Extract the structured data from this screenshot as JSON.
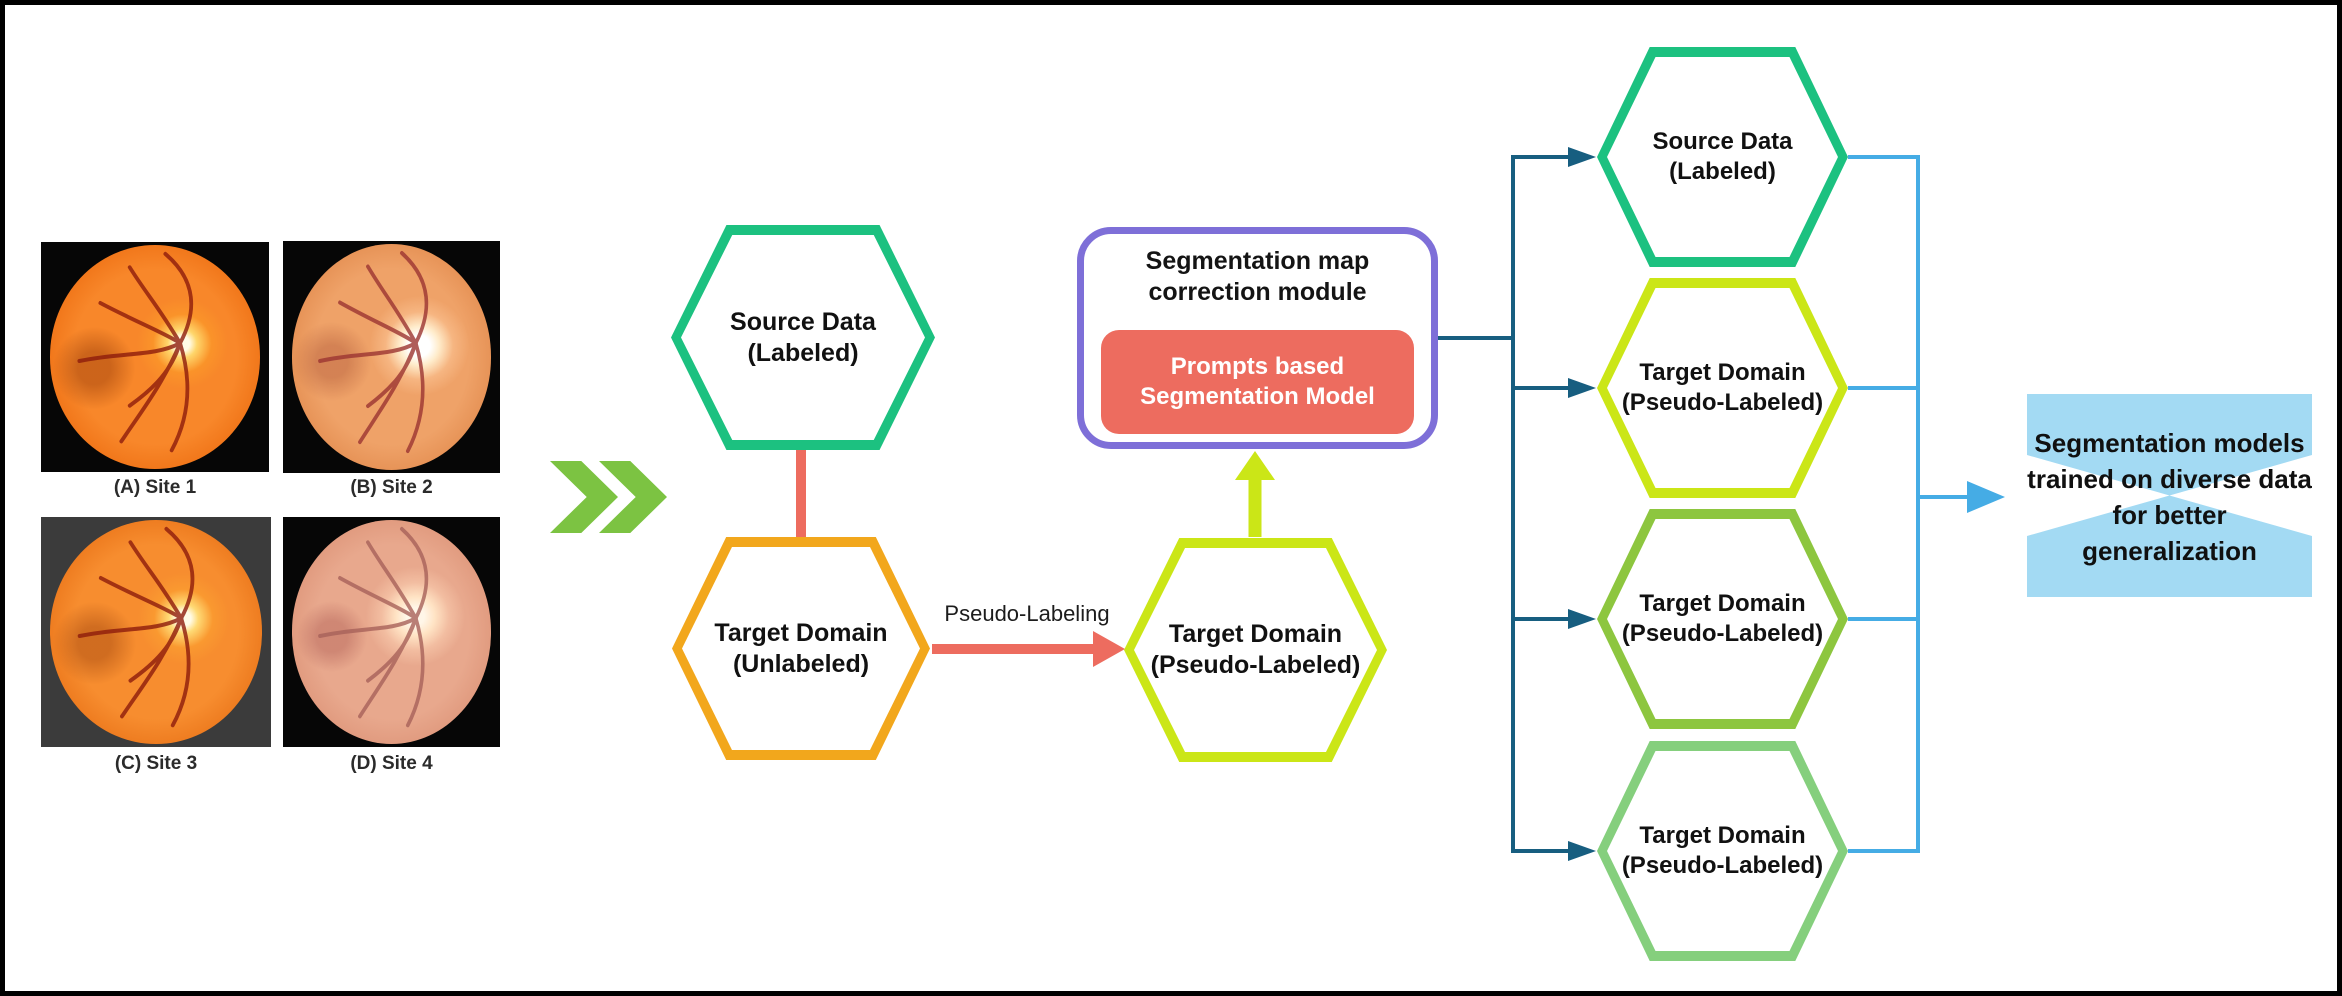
{
  "palette": {
    "emerald": "#1cc180",
    "orange": "#f2a71c",
    "chartreuse": "#cbe617",
    "apple_green": "#8dc63f",
    "soft_green": "#85cf7d",
    "salmon": "#ed6c5f",
    "purple": "#7e6fd8",
    "dark_teal": "#175e80",
    "light_blue": "#45ace5",
    "sky_fill": "#a3daf3",
    "chevron_green": "#7cc342"
  },
  "fundus_panel": {
    "images": [
      {
        "caption": "(A) Site 1"
      },
      {
        "caption": "(B) Site 2"
      },
      {
        "caption": "(C) Site 3"
      },
      {
        "caption": "(D) Site 4"
      }
    ]
  },
  "flow": {
    "source_hex": {
      "line1": "Source Data",
      "line2": "(Labeled)"
    },
    "target_unlabeled_hex": {
      "line1": "Target Domain",
      "line2": "(Unlabeled)"
    },
    "pseudo_labeling_arrow_label": "Pseudo-Labeling",
    "pseudo_labeled_hex": {
      "line1": "Target Domain",
      "line2": "(Pseudo-Labeled)"
    }
  },
  "module": {
    "title_line1": "Segmentation map",
    "title_line2": "correction module",
    "model_line1": "Prompts based",
    "model_line2": "Segmentation Model"
  },
  "ensemble": {
    "hexes": [
      {
        "line1": "Source Data",
        "line2": "(Labeled)"
      },
      {
        "line1": "Target Domain",
        "line2": "(Pseudo-Labeled)"
      },
      {
        "line1": "Target Domain",
        "line2": "(Pseudo-Labeled)"
      },
      {
        "line1": "Target Domain",
        "line2": "(Pseudo-Labeled)"
      }
    ]
  },
  "outcome": {
    "line1": "Segmentation models",
    "line2": "trained on diverse data",
    "line3": "for better",
    "line4": "generalization"
  }
}
